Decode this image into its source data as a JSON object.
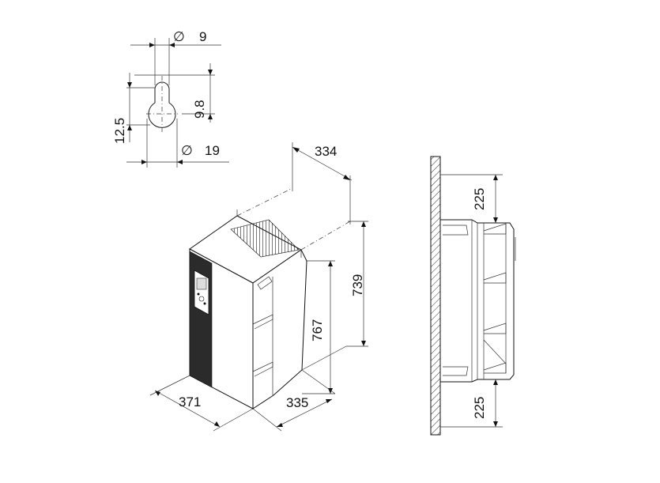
{
  "keyhole_detail": {
    "dia_symbol": "∅",
    "slot_width": "9",
    "slot_depth": "9.8",
    "hole_height": "12.5",
    "hole_diameter": "19"
  },
  "isometric_view": {
    "depth_top": "334",
    "height_rear": "739",
    "height_total": "767",
    "width_front": "371",
    "depth_bottom": "335"
  },
  "side_view": {
    "clearance_top": "225",
    "clearance_bottom": "225"
  }
}
